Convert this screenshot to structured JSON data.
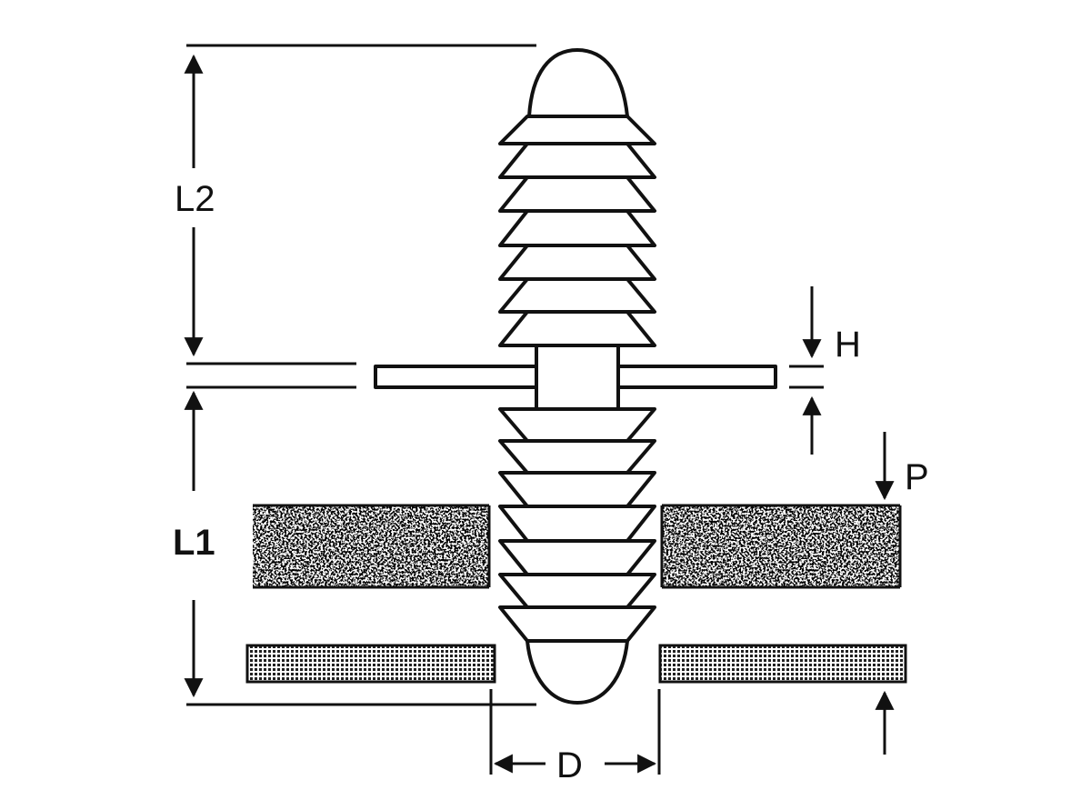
{
  "diagram": {
    "labels": {
      "l2": "L2",
      "l1": "L1",
      "h": "H",
      "p": "P",
      "d": "D"
    },
    "colors": {
      "ink": "#111111",
      "background": "#ffffff"
    }
  }
}
